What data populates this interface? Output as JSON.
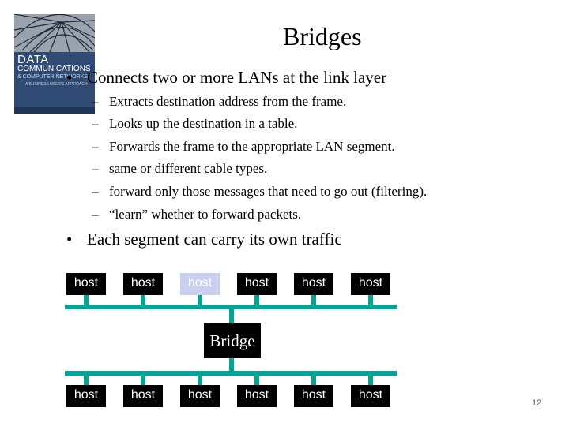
{
  "slide": {
    "title": "Bridges",
    "page_number": "12"
  },
  "book_cover": {
    "title_line1": "DATA",
    "title_line2": "COMMUNICATIONS",
    "title_line3": "& COMPUTER NETWORKS",
    "subtitle": "A BUSINESS USER'S APPROACH"
  },
  "bullets": [
    {
      "text": "Connects two or more LANs at the link layer",
      "subitems": [
        "Extracts destination address from the frame.",
        "Looks up the destination in a table.",
        "Forwards the frame to the appropriate LAN segment.",
        "same or different cable types.",
        "forward only those messages that need to go out (filtering).",
        "“learn” whether to forward packets."
      ]
    },
    {
      "text": "Each segment can carry its own traffic",
      "subitems": []
    }
  ],
  "diagram": {
    "top_hosts": [
      "host",
      "host",
      "host",
      "host",
      "host",
      "host"
    ],
    "bottom_hosts": [
      "host",
      "host",
      "host",
      "host",
      "host",
      "host"
    ],
    "bridge_label": "Bridge",
    "wire_color": "#00a693",
    "highlighted_host_color": "#c9d0f2"
  }
}
